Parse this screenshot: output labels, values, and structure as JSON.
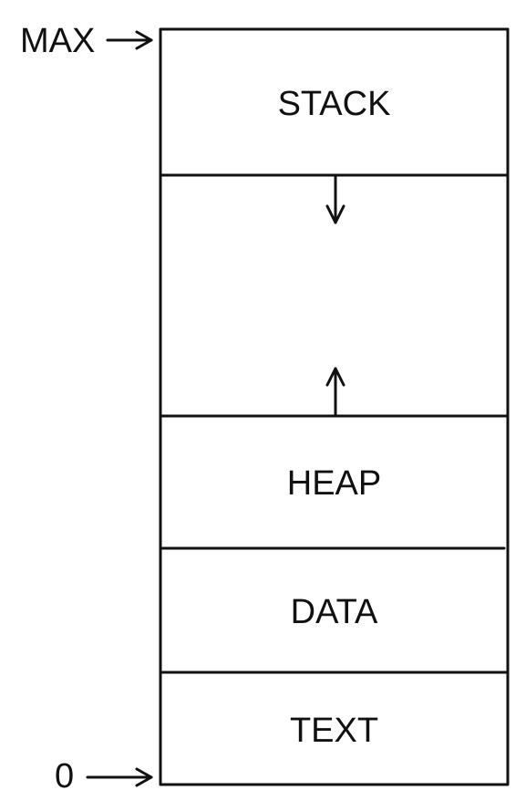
{
  "address_labels": {
    "top": "MAX",
    "bottom": "0"
  },
  "segments": {
    "stack": "STACK",
    "heap": "HEAP",
    "data": "DATA",
    "text": "TEXT"
  },
  "colors": {
    "stroke": "#111111",
    "background": "#ffffff"
  }
}
